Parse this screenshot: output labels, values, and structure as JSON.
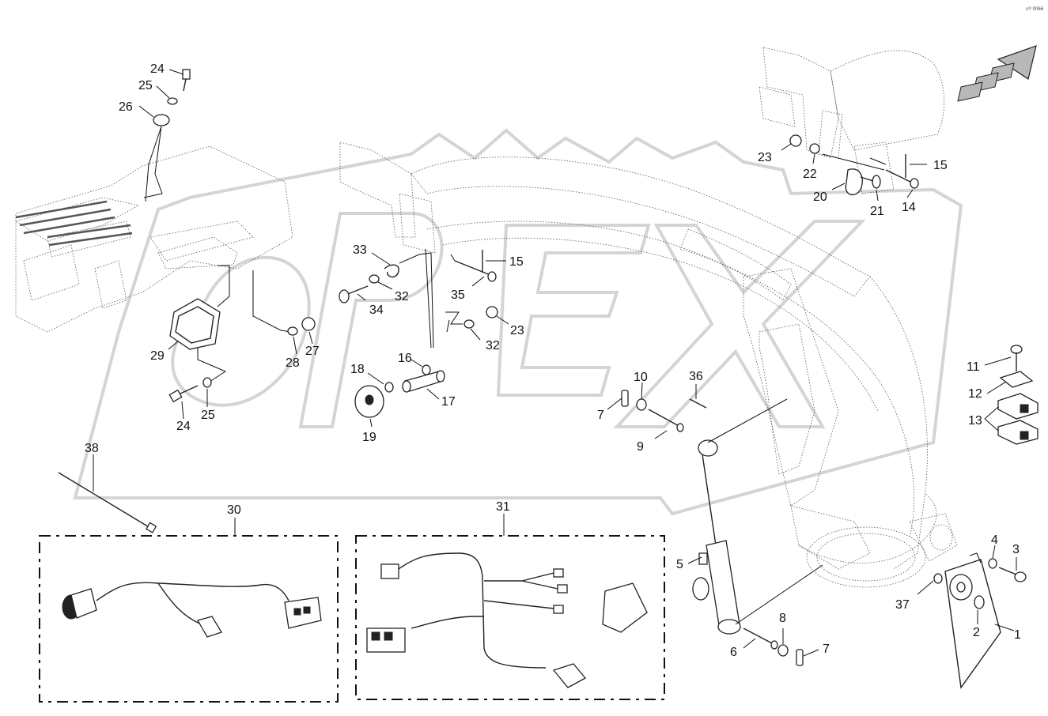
{
  "watermark_text": "OPEX",
  "corner_mark": "s³² 0066",
  "callouts": {
    "c1": "1",
    "c2": "2",
    "c3": "3",
    "c4": "4",
    "c5": "5",
    "c6": "6",
    "c7a": "7",
    "c7b": "7",
    "c8": "8",
    "c9": "9",
    "c10": "10",
    "c11": "11",
    "c12": "12",
    "c13": "13",
    "c14": "14",
    "c15a": "15",
    "c15b": "15",
    "c16": "16",
    "c17": "17",
    "c18": "18",
    "c19": "19",
    "c20": "20",
    "c21": "21",
    "c22": "22",
    "c23a": "23",
    "c23b": "23",
    "c24a": "24",
    "c24b": "24",
    "c25a": "25",
    "c25b": "25",
    "c26": "26",
    "c27": "27",
    "c28": "28",
    "c29": "29",
    "c30": "30",
    "c31": "31",
    "c32a": "32",
    "c32b": "32",
    "c33": "33",
    "c34": "34",
    "c35": "35",
    "c36": "36",
    "c37": "37",
    "c38": "38"
  }
}
